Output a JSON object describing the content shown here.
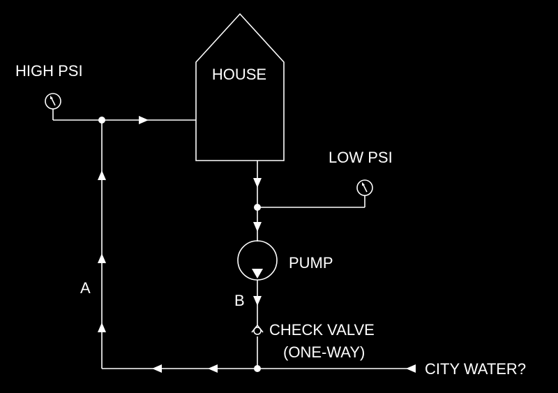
{
  "diagram": {
    "labels": {
      "high_psi": "HIGH PSI",
      "house": "HOUSE",
      "low_psi": "LOW PSI",
      "pump": "PUMP",
      "line_a": "A",
      "line_b": "B",
      "check_valve_line1": "CHECK VALVE",
      "check_valve_line2": "(ONE-WAY)",
      "city_water": "CITY WATER?"
    },
    "colors": {
      "background": "#000000",
      "foreground": "#ffffff"
    },
    "icons": {
      "gauge": "pressure-gauge-icon",
      "pump": "pump-icon",
      "check_valve": "check-valve-icon",
      "flow_arrow": "flow-arrow-icon"
    }
  }
}
